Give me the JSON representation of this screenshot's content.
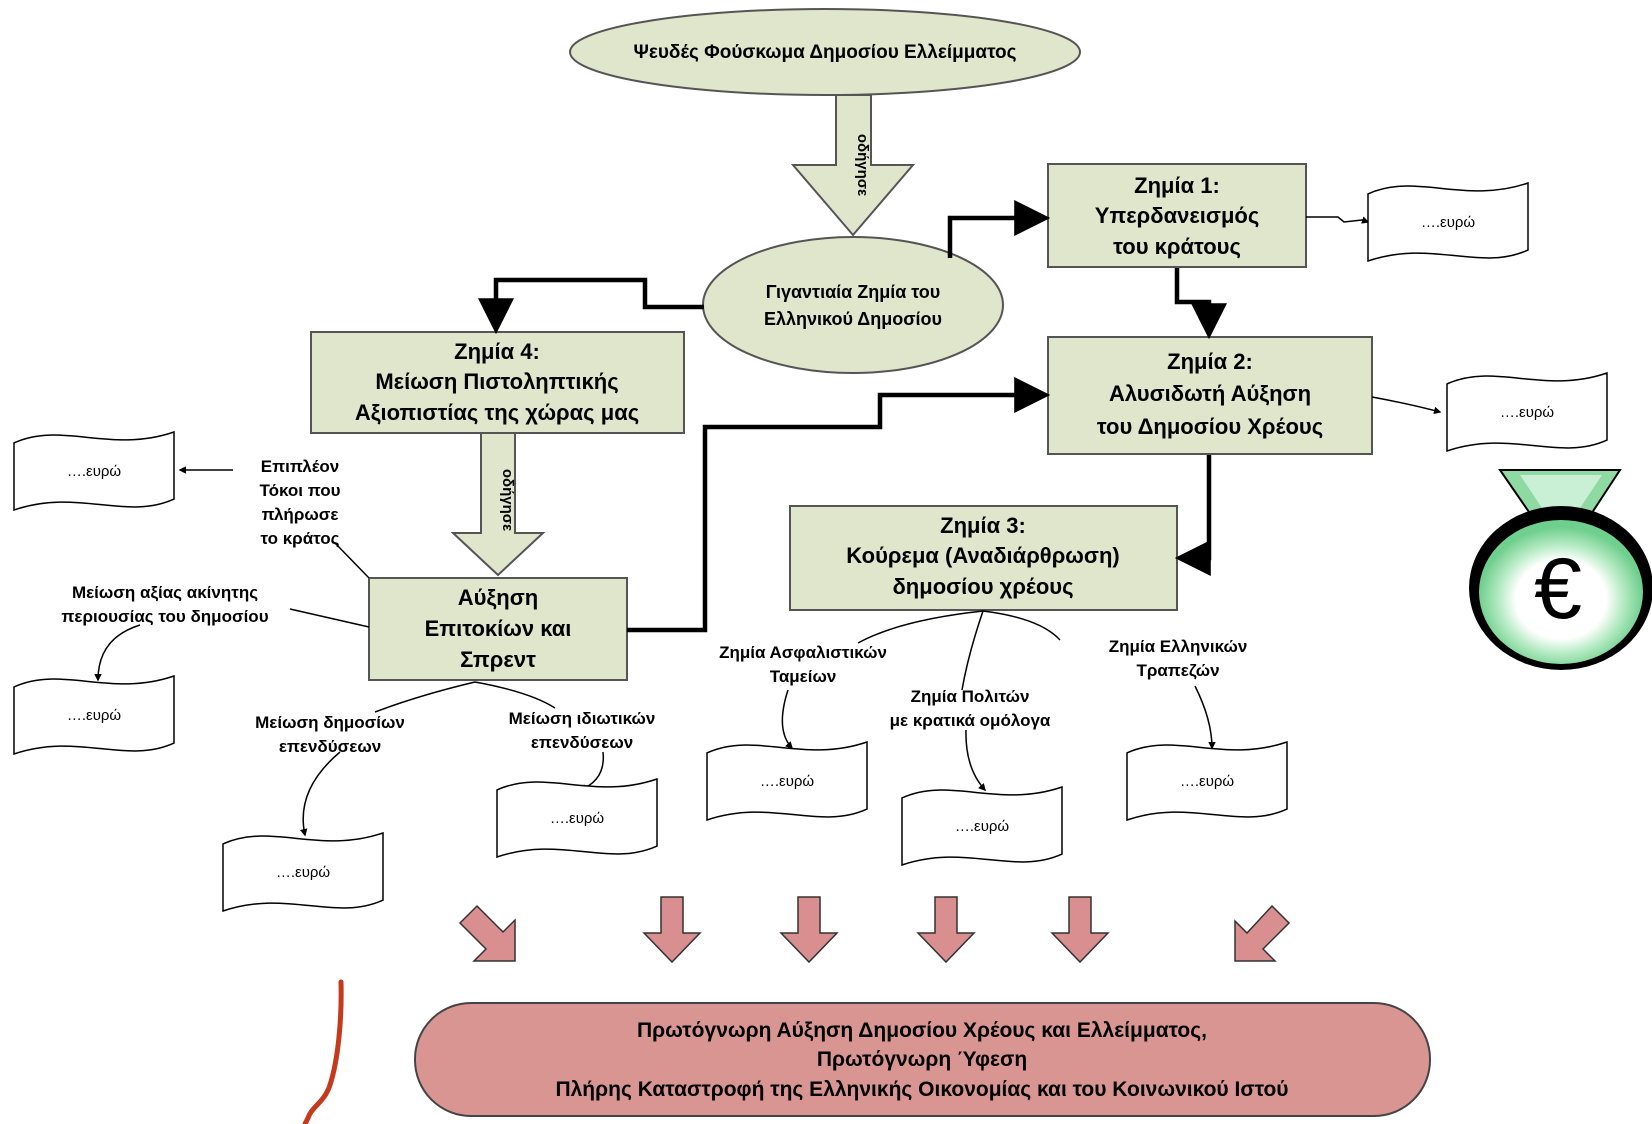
{
  "colors": {
    "box_fill": "#dfe6cc",
    "box_stroke": "#555555",
    "final_fill": "#d99591",
    "down_arrow_fill": "#d98f8f",
    "euro_green": "#8fd9a3",
    "accent_red": "#c43a1c"
  },
  "top_ellipse": {
    "label": "Ψευδές Φούσκωμα Δημοσίου Ελλείμματος"
  },
  "center_ellipse": {
    "line1": "Γιγαντιαία Ζημία του",
    "line2": "Ελληνικού Δημοσίου"
  },
  "arrow_labels": {
    "top": "οδήγησε",
    "left": "οδήγησε"
  },
  "damage1": {
    "line1": "Ζημία 1:",
    "line2": "Υπερδανεισμός",
    "line3": "του κράτους"
  },
  "damage2": {
    "line1": "Ζημία 2:",
    "line2": "Αλυσιδωτή Αύξηση",
    "line3": "του Δημοσίου Χρέους"
  },
  "damage3": {
    "line1": "Ζημία 3:",
    "line2": "Κούρεμα (Αναδιάρθρωση)",
    "line3": "δημοσίου χρέους"
  },
  "damage4": {
    "line1": "Ζημία 4:",
    "line2": "Μείωση Πιστοληπτικής",
    "line3": "Αξιοπιστίας της χώρας μας"
  },
  "rates_box": {
    "line1": "Αύξηση",
    "line2": "Επιτοκίων και",
    "line3": "Σπρεντ"
  },
  "labels": {
    "extra_interest": [
      "Επιπλέον",
      "Τόκοι που",
      "πλήρωσε",
      "το κράτος"
    ],
    "property_value": [
      "Μείωση αξίας ακίνητης",
      "περιουσίας του δημοσίου"
    ],
    "public_invest": [
      "Μείωση δημοσίων",
      "επενδύσεων"
    ],
    "private_invest": [
      "Μείωση ιδιωτικών",
      "επενδύσεων"
    ],
    "insurance_funds": [
      "Ζημία Ασφαλιστικών",
      "Ταμείων"
    ],
    "citizens_bonds": [
      "Ζημία Πολιτών",
      "με κρατικά ομόλογα"
    ],
    "greek_banks": [
      "Ζημία Ελληνικών",
      "Τραπεζών"
    ]
  },
  "doc_label": "….ευρώ",
  "euro_symbol": "€",
  "final": {
    "line1": "Πρωτόγνωρη Αύξηση Δημοσίου Χρέους και Ελλείμματος,",
    "line2": "Πρωτόγνωρη  Ύφεση",
    "line3": "Πλήρης Καταστροφή της Ελληνικής Οικονομίας και του Κοινωνικού Ιστού"
  }
}
